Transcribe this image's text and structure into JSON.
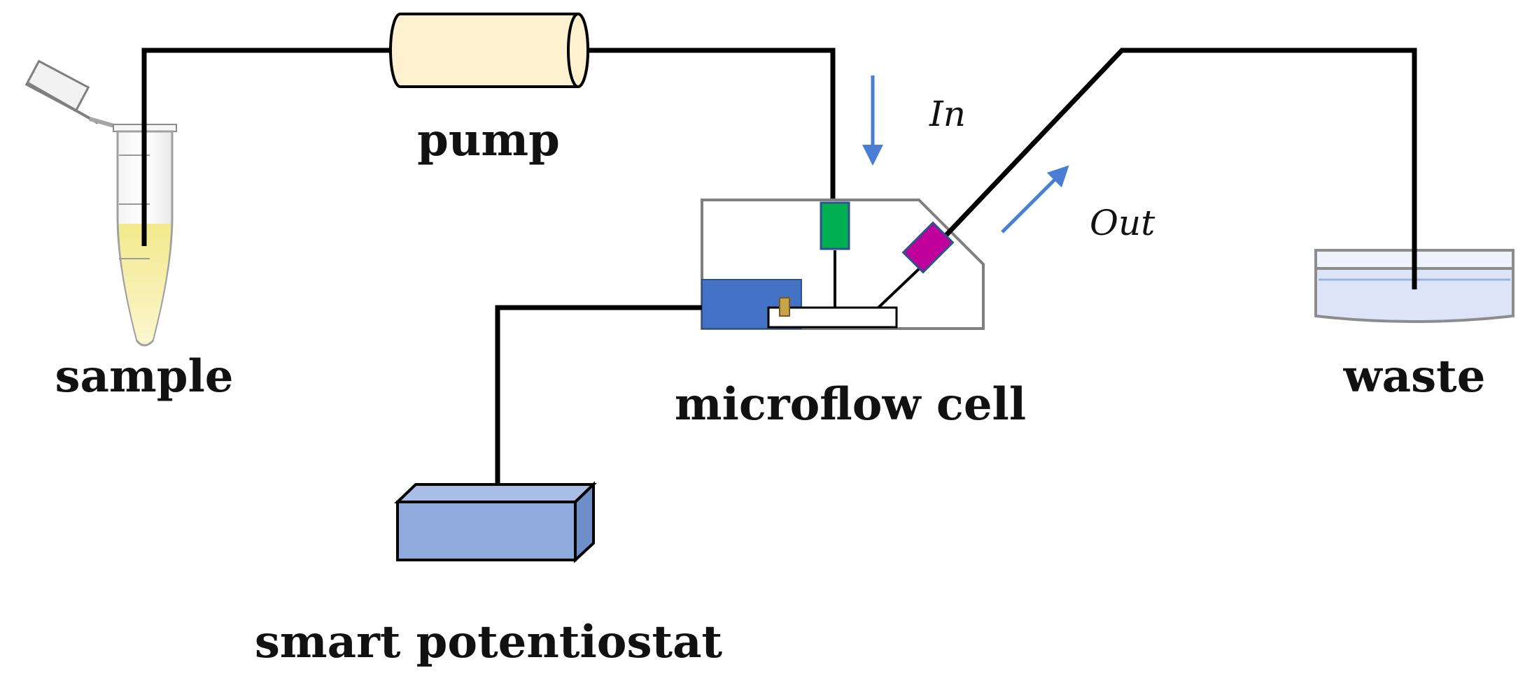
{
  "labels": {
    "sample": "sample",
    "pump": "pump",
    "microflow_cell": "microflow cell",
    "smart_potentiostat": "smart potentiostat",
    "waste": "waste",
    "in": "In",
    "out": "Out"
  },
  "colors": {
    "tube_line": "#000000",
    "pump_fill": "#fdf1cf",
    "electrode_green": "#00b050",
    "electrode_magenta": "#c0009a",
    "contact_blue": "#4472c4",
    "potentiostat_blue": "#8faadc",
    "arrow_blue": "#4a7ed4",
    "sample_liquid": "#f5ec9a",
    "waste_liquid": "#dbe5f7"
  }
}
